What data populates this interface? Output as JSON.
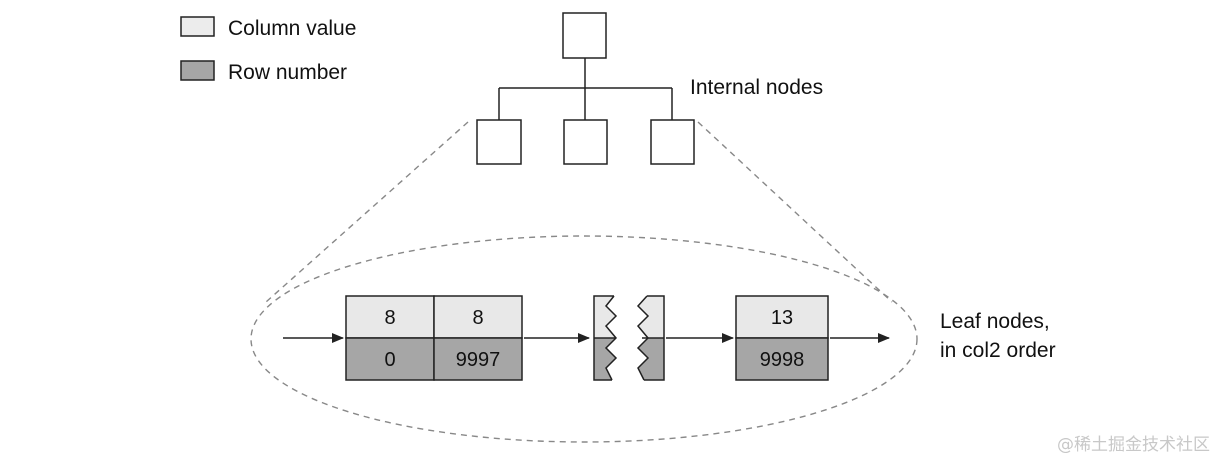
{
  "legend": {
    "column_value": "Column value",
    "row_number": "Row number"
  },
  "labels": {
    "internal_nodes": "Internal nodes",
    "leaf_nodes_line1": "Leaf nodes,",
    "leaf_nodes_line2": "in col2 order"
  },
  "leaf_pages": [
    {
      "cells": [
        {
          "col": "8",
          "row": "0"
        },
        {
          "col": "8",
          "row": "9997"
        }
      ]
    },
    {
      "cells": [
        {
          "col": "13",
          "row": "9998"
        }
      ]
    }
  ],
  "watermark": "@稀土掘金技术社区",
  "colors": {
    "column_value_fill": "#e8e8e8",
    "row_number_fill": "#a6a6a6",
    "stroke": "#222222",
    "dashed": "#888888"
  }
}
